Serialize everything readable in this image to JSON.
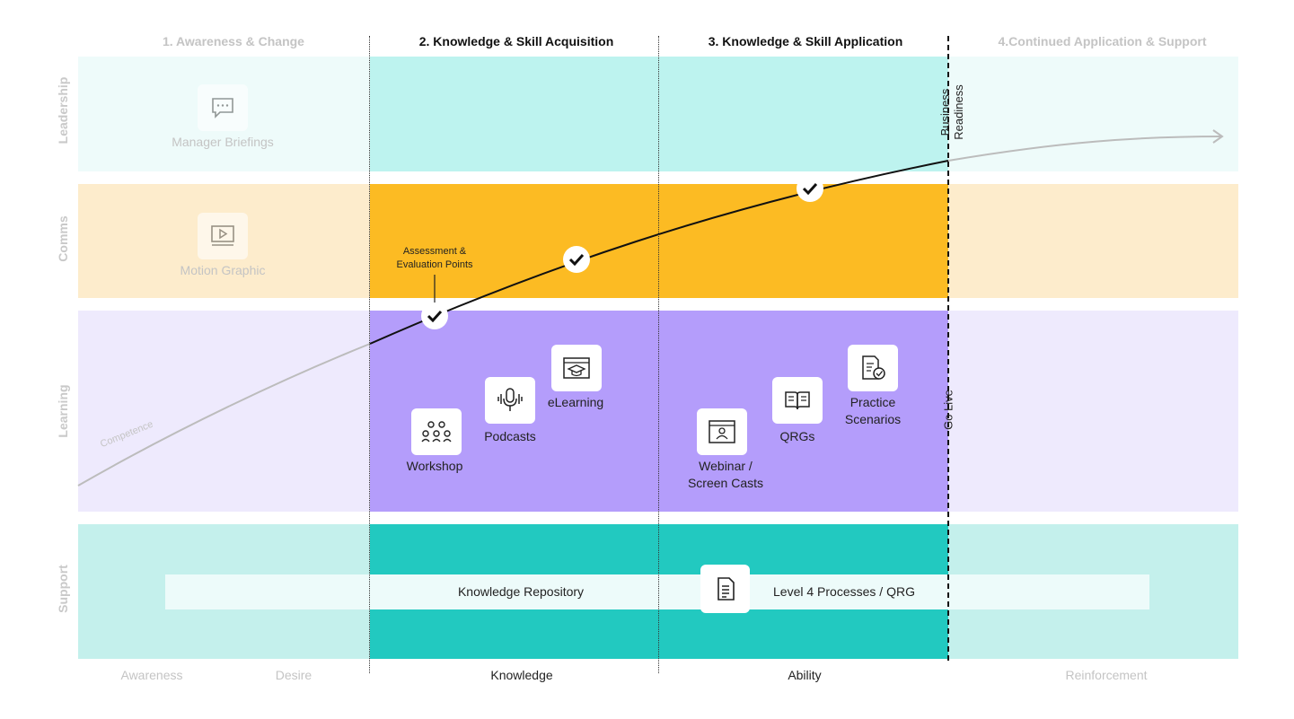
{
  "phases": [
    {
      "label": "1. Awareness & Change",
      "state": "faded"
    },
    {
      "label": "2. Knowledge & Skill Acquisition",
      "state": "active"
    },
    {
      "label": "3. Knowledge & Skill Application",
      "state": "active"
    },
    {
      "label": "4.Continued Application & Support",
      "state": "faded"
    }
  ],
  "rows": {
    "leadership": "Leadership",
    "comms": "Comms",
    "learning": "Learning",
    "support": "Support"
  },
  "items": {
    "manager_briefings": "Manager Briefings",
    "motion_graphic": "Motion Graphic",
    "workshop": "Workshop",
    "podcasts": "Podcasts",
    "elearning": "eLearning",
    "webinar_line1": "Webinar /",
    "webinar_line2": "Screen Casts",
    "qrgs": "QRGs",
    "practice_line1": "Practice",
    "practice_line2": "Scenarios"
  },
  "support_bar": {
    "knowledge_repository": "Knowledge Repository",
    "level4": "Level 4 Processes / QRG"
  },
  "markers": {
    "business_line1": "Business",
    "business_line2": "Readiness",
    "go_live": "Go Live",
    "assessment_line1": "Assessment &",
    "assessment_line2": "Evaluation Points",
    "competence": "Competence"
  },
  "bottom": {
    "awareness": "Awareness",
    "desire": "Desire",
    "knowledge": "Knowledge",
    "ability": "Ability",
    "reinforcement": "Reinforcement"
  },
  "colors": {
    "leadership_light": "#eefbfa",
    "leadership_active": "#bdf3ef",
    "comms_light": "#fdeccc",
    "comms_active": "#fcbb23",
    "learning_light": "#eeeafd",
    "learning_active": "#b49dfb",
    "support_light": "#c4f0ec",
    "support_active": "#22c9c0",
    "support_bar": "#edfbfa"
  }
}
